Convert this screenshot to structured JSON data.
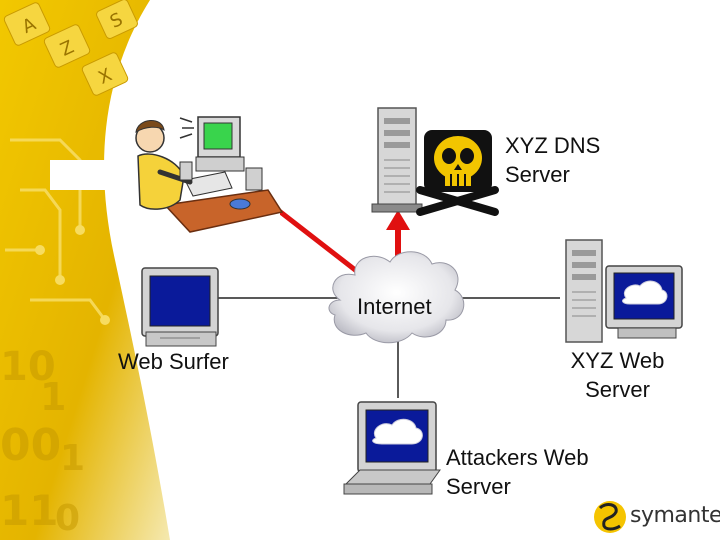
{
  "nodes": {
    "dns_server": {
      "label_line1": "XYZ DNS",
      "label_line2": "Server"
    },
    "internet": {
      "label": "Internet"
    },
    "web_surfer": {
      "label": "Web Surfer"
    },
    "web_server": {
      "label_line1": "XYZ Web",
      "label_line2": "Server"
    },
    "attacker_server": {
      "label_line1": "Attackers Web",
      "label_line2": "Server"
    }
  },
  "edges": [
    {
      "from": "web_surfer",
      "to": "internet",
      "style": "line",
      "color": "#222222"
    },
    {
      "from": "internet",
      "to": "web_server",
      "style": "line",
      "color": "#222222"
    },
    {
      "from": "internet",
      "to": "attacker_server",
      "style": "line",
      "color": "#222222"
    },
    {
      "from": "internet",
      "to": "user_person",
      "style": "line",
      "color": "#e01010"
    },
    {
      "from": "internet",
      "to": "dns_server",
      "style": "arrow",
      "color": "#e01010"
    }
  ],
  "logo": {
    "text": "symantec."
  },
  "colors": {
    "accent_red": "#e01010",
    "background_gold": "#e8b800",
    "monitor_screen": "#0a1a9a"
  },
  "icons": [
    "person-at-computer-icon",
    "server-tower-icon",
    "skull-crossbones-icon",
    "monitor-icon",
    "cloud-icon",
    "symantec-logo-icon"
  ]
}
